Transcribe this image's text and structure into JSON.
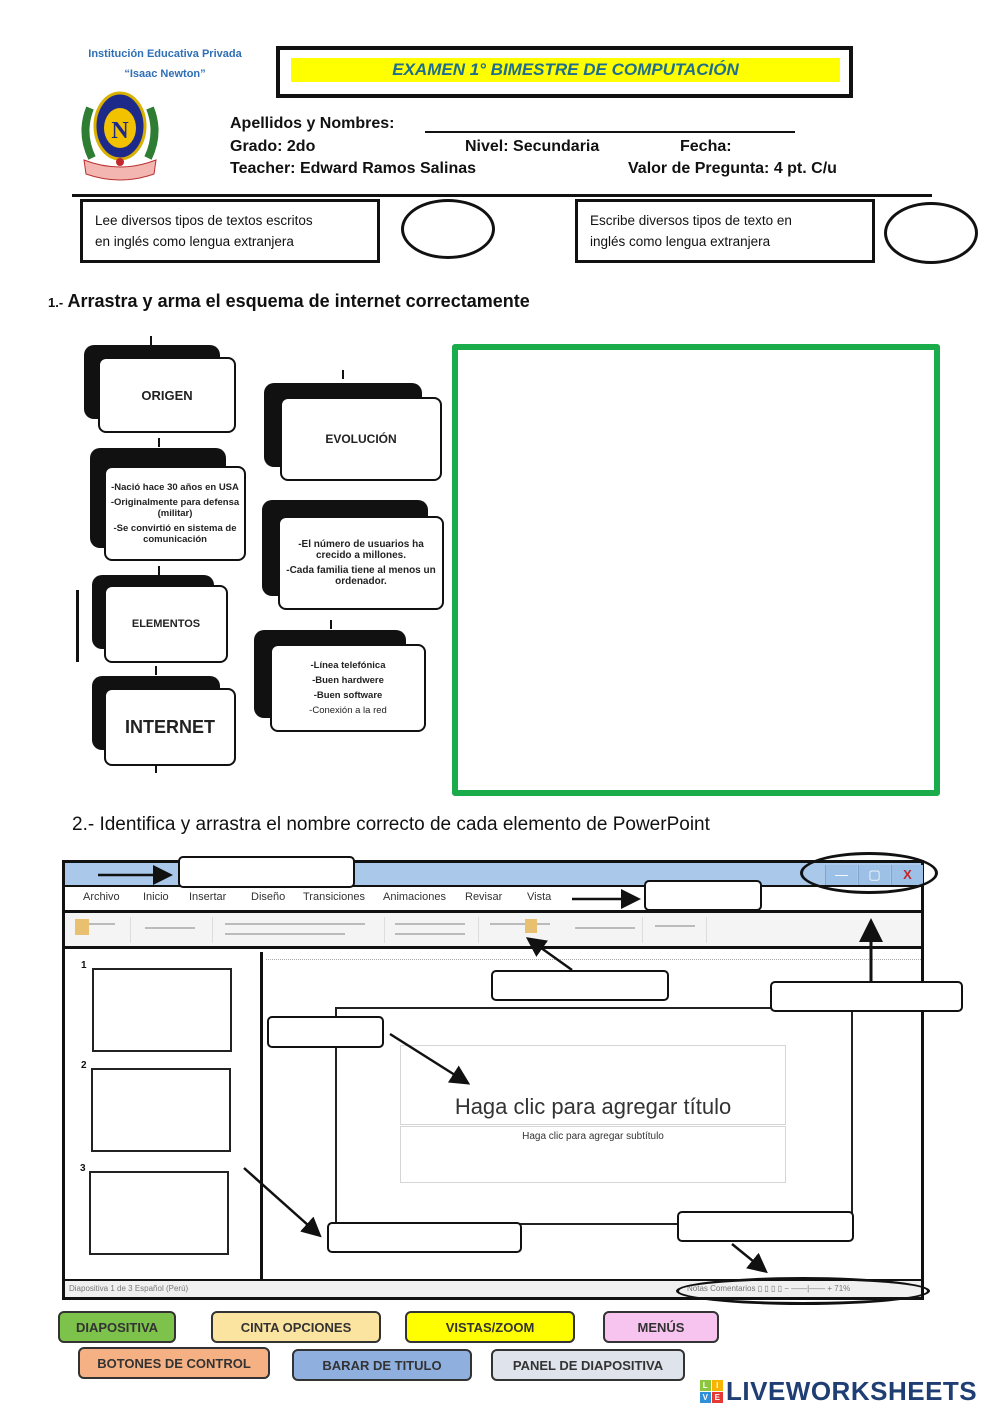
{
  "header": {
    "institution_line1": "Institución Educativa Privada",
    "institution_line2": "“Isaac Newton”",
    "exam_title": "EXAMEN 1° BIMESTRE DE COMPUTACIÓN",
    "name_label": "Apellidos y Nombres:",
    "grade": "Grado: 2do",
    "level": "Nivel: Secundaria",
    "date_label": "Fecha:",
    "teacher": "Teacher: Edward Ramos Salinas",
    "question_value": "Valor de Pregunta: 4 pt. C/u"
  },
  "competencies": [
    {
      "line1": "Lee diversos tipos de textos escritos",
      "line2": "en inglés como lengua extranjera"
    },
    {
      "line1": "Escribe diversos tipos de texto en",
      "line2": "inglés como  lengua extranjera"
    }
  ],
  "question1": {
    "number": "1.-",
    "title": "Arrastra y arma el esquema de internet correctamente",
    "cards": {
      "origen": "ORIGEN",
      "origen_details": [
        "-Nació hace 30 años en USA",
        "-Originalmente para defensa (militar)",
        "-Se convirtió en sistema de comunicación"
      ],
      "elementos": "ELEMENTOS",
      "internet": "INTERNET",
      "evolucion": "EVOLUCIÓN",
      "evolucion_details": [
        "-El número de usuarios ha crecido a millones.",
        "-Cada familia tiene al menos un ordenador."
      ],
      "elementos_details": [
        "-Línea telefónica",
        "-Buen hardwere",
        "-Buen software",
        "-Conexión a la red"
      ]
    },
    "drop_area_color": "#1aab4b"
  },
  "question2": {
    "title": "2.- Identifica y arrastra el nombre correcto de cada elemento de PowerPoint",
    "ppt": {
      "menu": [
        "Archivo",
        "Inicio",
        "Insertar",
        "Diseño",
        "Transiciones",
        "Animaciones",
        "Revisar",
        "Vista"
      ],
      "controls": {
        "minimize": "—",
        "maximize": "▢",
        "close": "X"
      },
      "slide_title_placeholder": "Haga clic para agregar título",
      "slide_subtitle_placeholder": "Haga clic para agregar subtítulo",
      "thumbnail_numbers": [
        "1",
        "2",
        "3"
      ],
      "status_left": "Diapositiva 1 de 3   Español (Perú)",
      "status_right": "Notas  Comentarios   ▯ ▯ ▯ ▯  −  ——|——  +  71%"
    },
    "labels": [
      {
        "text": "DIAPOSITIVA",
        "color": "#7dc24a"
      },
      {
        "text": "CINTA OPCIONES",
        "color": "#fbe3a0"
      },
      {
        "text": "VISTAS/ZOOM",
        "color": "#ffff00"
      },
      {
        "text": "MENÚS",
        "color": "#f7c4ef"
      },
      {
        "text": "BOTONES DE CONTROL",
        "color": "#f5b184"
      },
      {
        "text": "BARAR DE TITULO",
        "color": "#8fb0de"
      },
      {
        "text": "PANEL DE DIAPOSITIVA",
        "color": "#dfe3ec"
      }
    ]
  },
  "footer": {
    "brand": "LIVEWORKSHEETS",
    "brand_cubes": [
      "L",
      "I",
      "V",
      "E"
    ]
  }
}
